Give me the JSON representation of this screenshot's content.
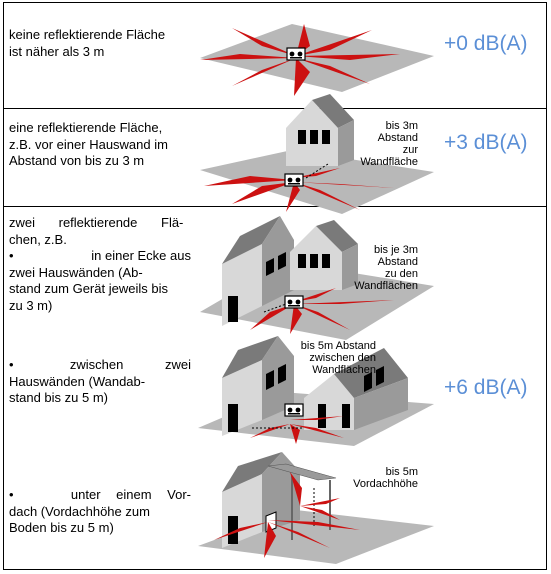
{
  "rows": [
    {
      "text_lines": [
        "keine reflektierende Fläche",
        "ist näher als 3 m"
      ],
      "label_lines": [],
      "db": "+0 dB(A)"
    },
    {
      "text_lines": [
        "eine reflektierende Fläche,",
        "z.B. vor einer Hauswand im",
        "Abstand von bis zu 3 m"
      ],
      "label_lines": [
        "bis 3m",
        "Abstand",
        "zur",
        "Wandfläche"
      ],
      "db": "+3 dB(A)"
    },
    {
      "intro_lines": [
        "zwei reflektierende Flä-",
        "chen, z.B."
      ],
      "bullet": "•",
      "items": [
        {
          "first": "in einer Ecke aus",
          "rest": [
            "zwei Hauswänden (Ab-",
            "stand zum Gerät jeweils bis",
            "zu 3 m)"
          ],
          "label_lines": [
            "bis je 3m",
            "Abstand",
            "zu den",
            "Wandflächen"
          ]
        },
        {
          "first": "zwischen zwei",
          "rest": [
            "Hauswänden (Wandab-",
            "stand bis zu 5 m)"
          ],
          "label_lines": [
            "bis 5m Abstand",
            "zwischen den",
            "Wandflächen"
          ]
        },
        {
          "first": "unter einem Vor-",
          "rest": [
            "dach (Vordachhöhe zum",
            "Boden bis zu 5 m)"
          ],
          "label_lines": [
            "bis 5m",
            "Vordachhöhe"
          ]
        }
      ],
      "db": "+6 dB(A)"
    }
  ],
  "colors": {
    "db_text": "#5b8fd6",
    "ray": "#cc1111",
    "ground": "#b8b8b8"
  }
}
